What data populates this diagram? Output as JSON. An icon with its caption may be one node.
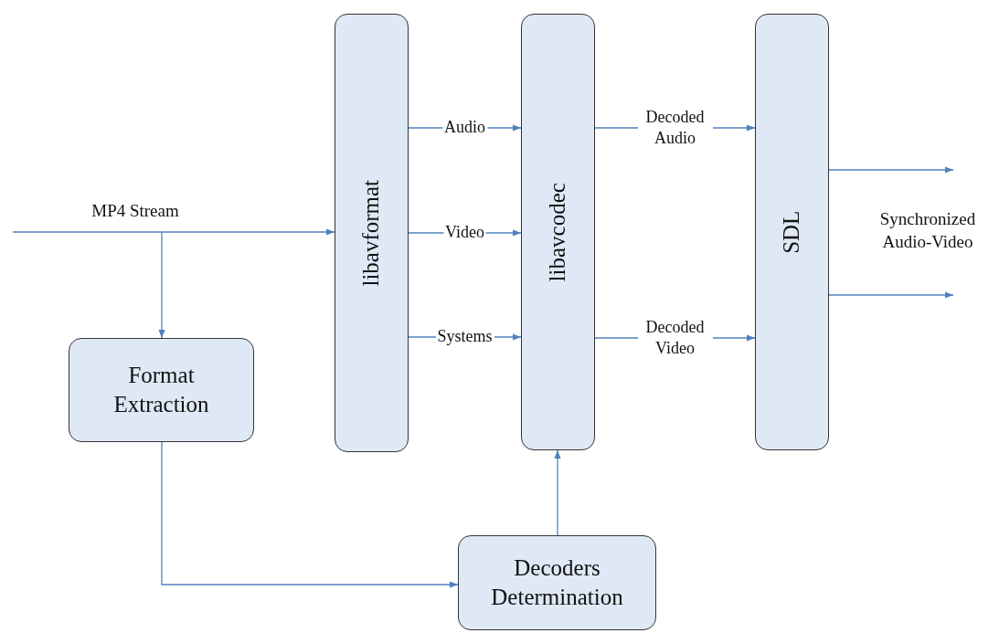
{
  "diagram": {
    "nodes": [
      {
        "text": [
          "libavformat"
        ]
      },
      {
        "text": [
          "libavcodec"
        ]
      },
      {
        "text": [
          "SDL"
        ]
      },
      {
        "text": [
          "Format Extraction"
        ]
      },
      {
        "text": [
          "Decoders Determination"
        ]
      }
    ],
    "edges": [
      {
        "from": null,
        "to": 0,
        "arrow": "to",
        "label": "MP4 Stream"
      },
      {
        "from": null,
        "to": 3,
        "arrow": "to"
      },
      {
        "from": 0,
        "to": 1,
        "arrow": "to",
        "label": "Audio"
      },
      {
        "from": 0,
        "to": 1,
        "arrow": "to",
        "label": "Video"
      },
      {
        "from": 0,
        "to": 1,
        "arrow": "to",
        "label": "Systems"
      },
      {
        "from": 1,
        "to": 2,
        "arrow": "to",
        "label": "Decoded Audio"
      },
      {
        "from": 1,
        "to": 2,
        "arrow": "to",
        "label": "Decoded Video"
      },
      {
        "from": 2,
        "to": null,
        "arrow": "to"
      },
      {
        "from": 2,
        "to": null,
        "arrow": "to"
      },
      {
        "from": 3,
        "to": 4,
        "arrow": "to"
      },
      {
        "from": 4,
        "to": 1,
        "arrow": "to"
      }
    ],
    "labels": [
      "Synchronized Audio-Video"
    ]
  }
}
